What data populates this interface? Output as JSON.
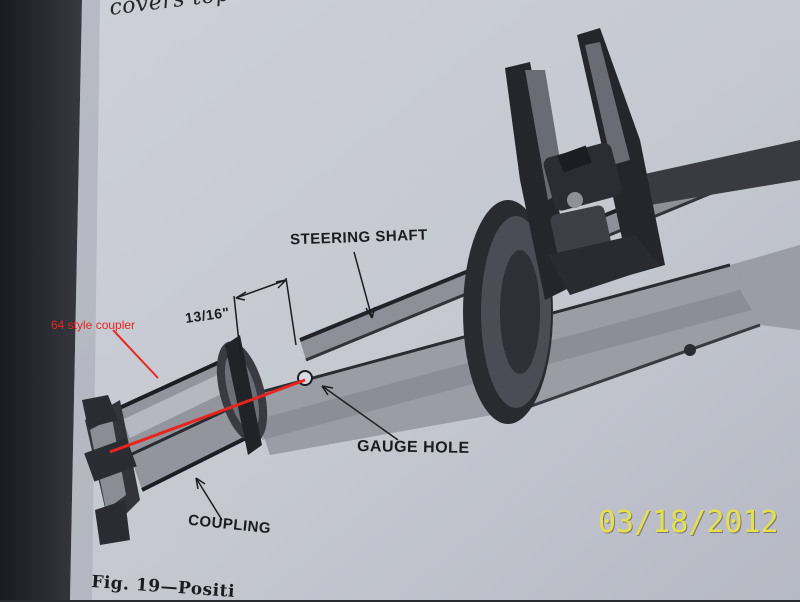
{
  "page_corner_text": "covers top",
  "labels": {
    "steering_shaft": "STEERING SHAFT",
    "dimension": "13/16\"",
    "gauge_hole": "GAUGE HOLE",
    "coupling": "COUPLING",
    "figure_caption": "Fig. 19—Positi"
  },
  "annotation": {
    "text": "64 style coupler",
    "color": "#e8251c"
  },
  "date_stamp": {
    "text": "03/18/2012",
    "color": "#e7e04a"
  },
  "colors": {
    "page": "#c8cad3",
    "ink": "#1b1c22",
    "background_dark": "#2a2b30"
  }
}
